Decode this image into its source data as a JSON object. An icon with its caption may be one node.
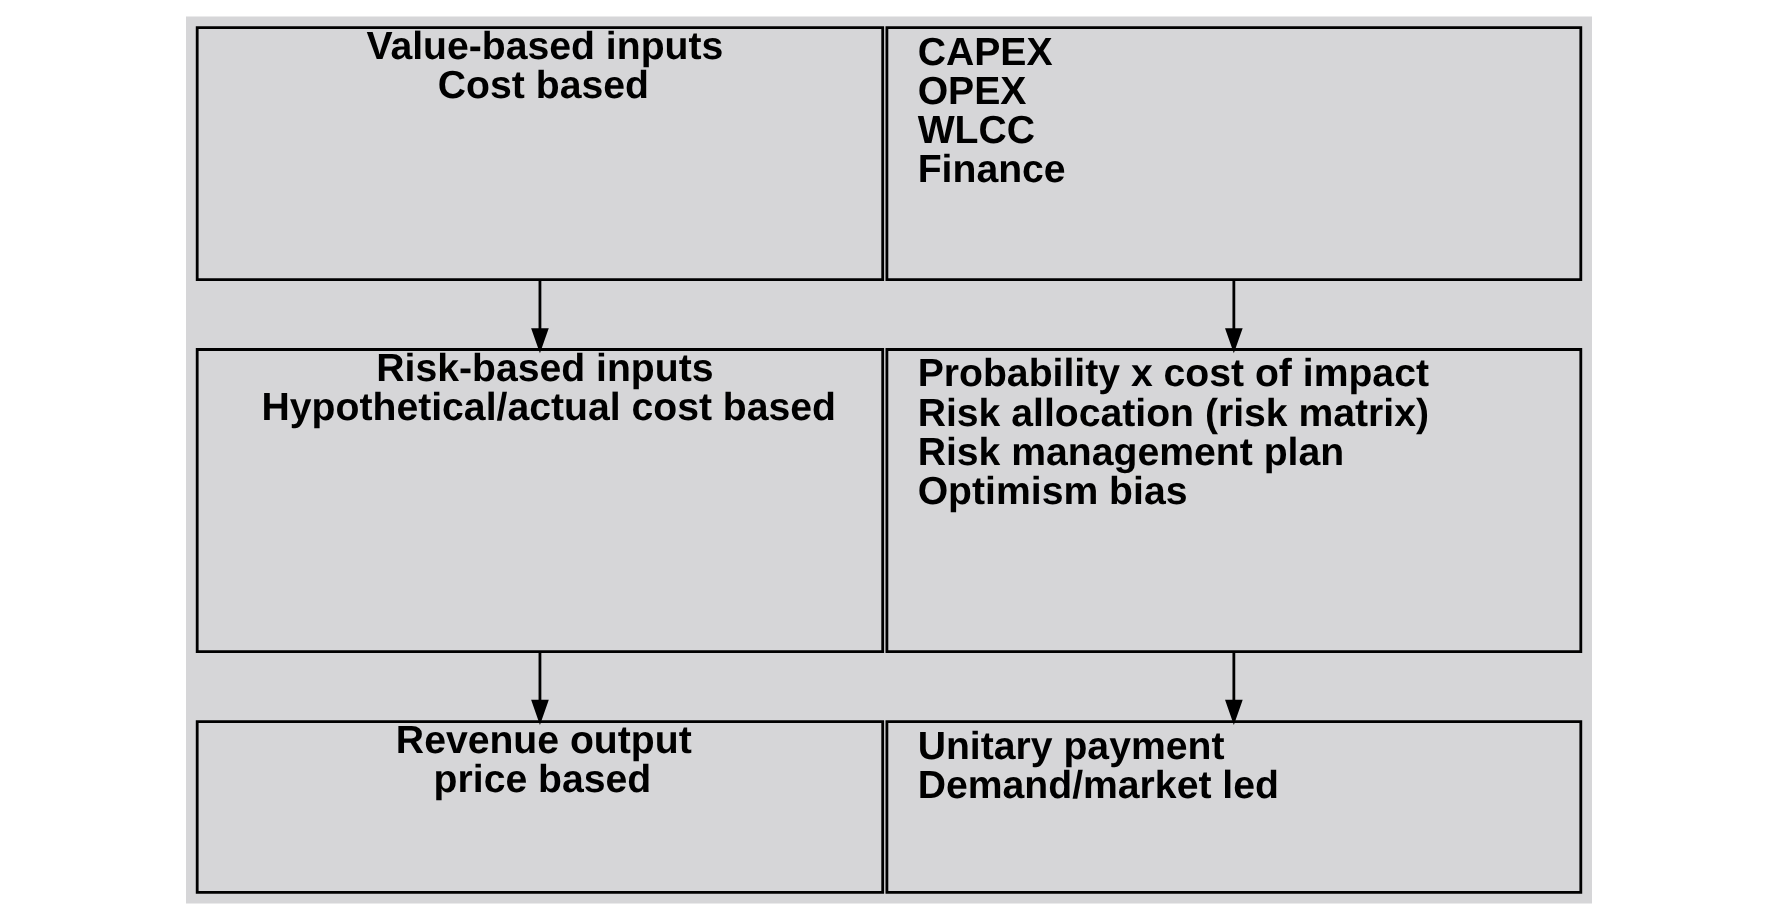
{
  "diagram": {
    "nodes": [
      {
        "text": [
          "Value-based inputs",
          "Cost based"
        ]
      },
      {
        "text": [
          "CAPEX",
          "OPEX",
          "WLCC",
          "Finance"
        ]
      },
      {
        "text": [
          "Risk-based inputs",
          "Hypothetical/actual cost based"
        ]
      },
      {
        "text": [
          "Probability x cost of impact",
          "Risk allocation (risk matrix)",
          "Risk management plan",
          "Optimism bias"
        ]
      },
      {
        "text": [
          "Revenue output",
          "price based"
        ]
      },
      {
        "text": [
          "Unitary payment",
          "Demand/market led"
        ]
      }
    ],
    "edges": [
      {
        "from": 0,
        "to": 2,
        "arrow": "to"
      },
      {
        "from": 1,
        "to": 3,
        "arrow": "to"
      },
      {
        "from": 2,
        "to": 4,
        "arrow": "to"
      },
      {
        "from": 3,
        "to": 5,
        "arrow": "to"
      }
    ]
  }
}
